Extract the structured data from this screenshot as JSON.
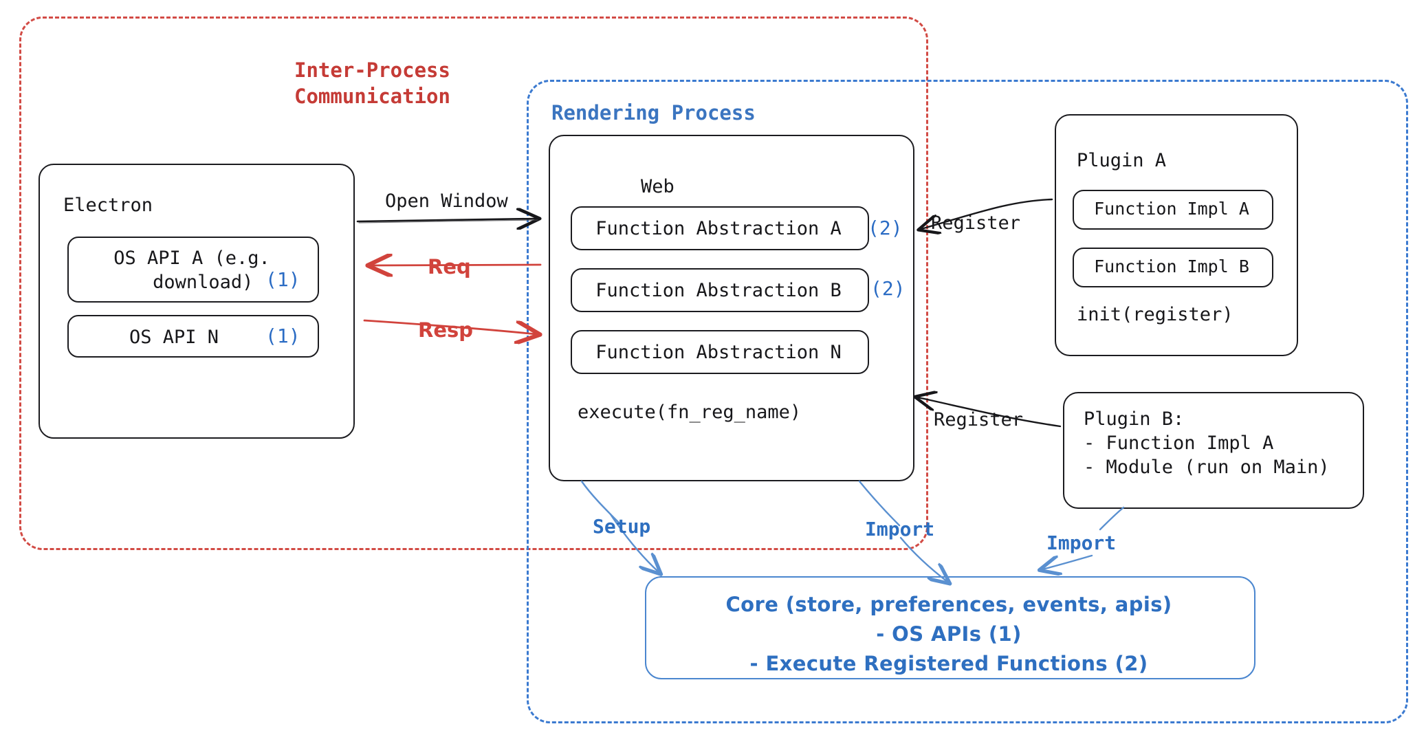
{
  "regions": {
    "ipc": {
      "label": "Inter-Process\nCommunication",
      "color": "#c53b36"
    },
    "rendering": {
      "label": "Rendering Process",
      "color": "#3b75c0"
    }
  },
  "electron": {
    "title": "Electron",
    "apis": [
      {
        "label": "OS API A (e.g.\n  download)",
        "badge": "(1)"
      },
      {
        "label": "OS API N",
        "badge": "(1)"
      }
    ]
  },
  "web": {
    "title": "Web",
    "abstractions": [
      {
        "label": "Function Abstraction A",
        "badge": "(2)"
      },
      {
        "label": "Function Abstraction B",
        "badge": "(2)"
      },
      {
        "label": "Function Abstraction N",
        "badge": ""
      }
    ],
    "execute": "execute(fn_reg_name)"
  },
  "plugin_a": {
    "title": "Plugin A",
    "functions": [
      "Function Impl A",
      "Function Impl B"
    ],
    "init": "init(register)"
  },
  "plugin_b": {
    "lines": "Plugin B:\n- Function Impl A\n- Module (run on Main)"
  },
  "core": {
    "lines": "Core (store, preferences, events, apis)\n- OS APIs (1)\n- Execute Registered Functions (2)",
    "color": "#2e6fc0"
  },
  "arrows": {
    "open_window": "Open Window",
    "req": "Req",
    "resp": "Resp",
    "register_a": "Register",
    "register_b": "Register",
    "setup": "Setup",
    "import_web": "Import",
    "import_plugin": "Import"
  },
  "colors": {
    "red": "#d1433c",
    "blue": "#2e6fc0",
    "black": "#17171a",
    "core_blue": "#4a86cf"
  }
}
